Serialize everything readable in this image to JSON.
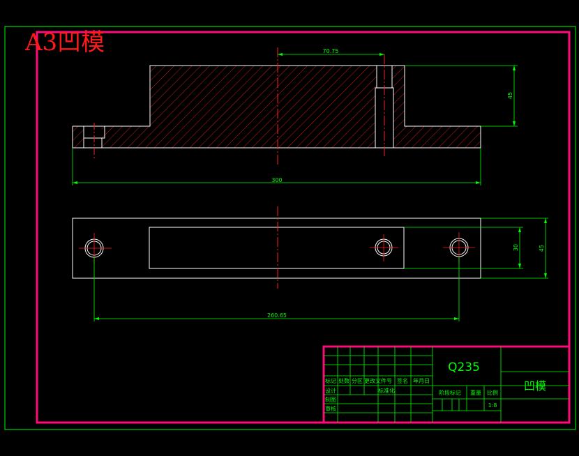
{
  "sheet": {
    "title": "A3凹模",
    "background": "#000000",
    "colors": {
      "frame": "#00ff00",
      "border": "#ff0a7a",
      "outline": "#ffffff",
      "hatch": "#ff2020",
      "centerline": "#ff2020",
      "dimension": "#00ff00",
      "title_red": "#ff1a1a"
    }
  },
  "dimensions": {
    "top_width": "70.75",
    "step_height": "45",
    "overall_length": "300",
    "slot_height": "30",
    "plate_height": "45",
    "hole_spacing": "260.65"
  },
  "title_block": {
    "material": "Q235",
    "part_name": "凹模",
    "scale": "1:8",
    "row_headers": [
      "标记",
      "处数",
      "分区",
      "更改文件号",
      "签名",
      "年月日"
    ],
    "design_label": "设计",
    "standard_label": "标准化",
    "drawing_label": "制图",
    "review_label": "审核",
    "stage_label": "阶段标记",
    "weight_label": "重量",
    "scale_label": "比例"
  }
}
